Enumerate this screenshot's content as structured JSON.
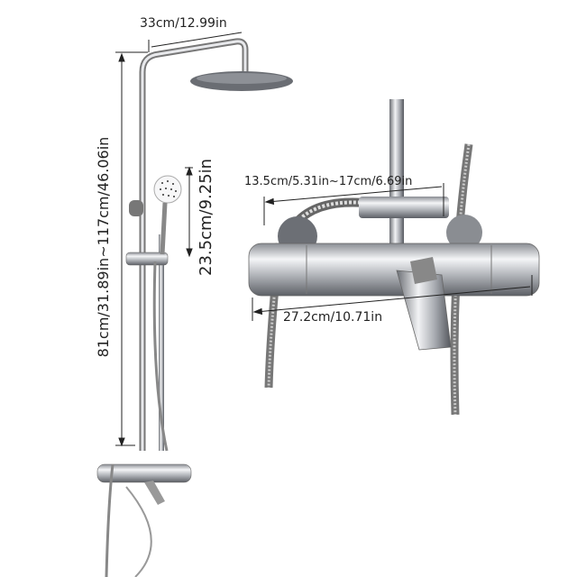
{
  "dimensions": {
    "overhead_arm": "33cm/12.99in",
    "total_height": "81cm/31.89in~117cm/46.06in",
    "handheld_slide": "23.5cm/9.25in",
    "inlet_spacing": "13.5cm/5.31in~17cm/6.69in",
    "mixer_width": "27.2cm/10.71in"
  },
  "colors": {
    "chrome_dark": "#5a5d63",
    "chrome_light": "#e4e6ea",
    "line": "#222222"
  }
}
